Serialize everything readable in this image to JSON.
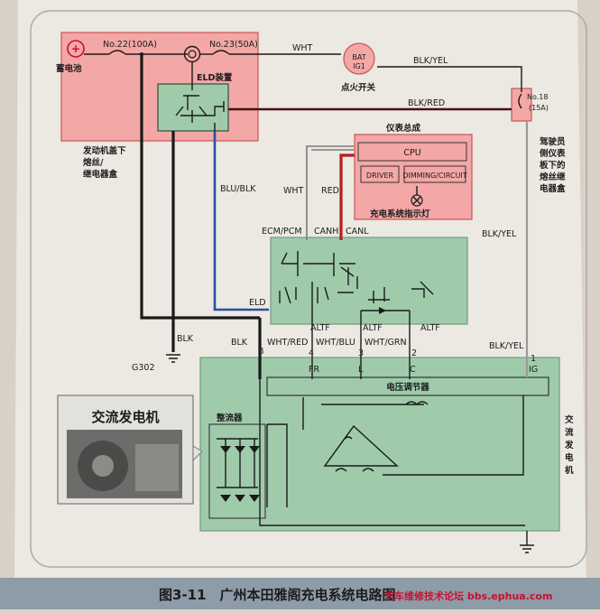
{
  "labels": {
    "battery": "蓄电池",
    "fuse_main": "No.22(100A)",
    "fuse_23": "No.23(50A)",
    "wht_top": "WHT",
    "bat": "BAT",
    "ig1": "IG1",
    "ignition_switch": "点火开关",
    "blk_yel_top": "BLK/YEL",
    "eld_device": "ELD装置",
    "blk_red": "BLK/RED",
    "fuse_18": "No.18",
    "fuse_18_amp": "(15A)",
    "under_hood_box": [
      "发动机盖下",
      "熔丝/",
      "继电器盒"
    ],
    "dash_box": [
      "驾驶员",
      "侧仪表",
      "板下的",
      "熔丝继",
      "电器盒"
    ],
    "gauge_assembly": "仪表总成",
    "cpu": "CPU",
    "driver": "DRIVER",
    "dimming": "DIMMING/CIRCUIT",
    "charge_lamp": "充电系统指示灯",
    "blu_blk": "BLU/BLK",
    "wht_mid": "WHT",
    "red_mid": "RED",
    "ecm_pcm": "ECM/PCM",
    "canh": "CANH",
    "canl": "CANL",
    "blk_yel_right": "BLK/YEL",
    "eld_pin": "ELD",
    "altf_1": "ALTF",
    "altf_2": "ALTF",
    "altf_3": "ALTF",
    "blk_left": "BLK",
    "blk_b": "BLK",
    "pin_b": "B",
    "wht_red": "WHT/RED",
    "wht_blu": "WHT/BLU",
    "wht_grn": "WHT/GRN",
    "blk_yel_ig": "BLK/YEL",
    "pin_4": "4",
    "pin_3": "3",
    "pin_2": "2",
    "pin_1": "1",
    "g302": "G302",
    "pin_fr": "FR",
    "pin_l": "L",
    "pin_c": "C",
    "pin_ig": "IG",
    "voltage_regulator": "电压调节器",
    "rectifier": "整流器",
    "alternator_side": [
      "交",
      "流",
      "发",
      "电",
      "机"
    ],
    "alternator_photo": "交流发电机",
    "caption": "图3-11　广州本田雅阁充电系统电路图",
    "watermark": "汽车维修技术论坛 bbs.ephua.com"
  },
  "colors": {
    "red_box": "#f3a7a6",
    "red_box_border": "#c85757",
    "green_box": "#9fcbab",
    "green_box_border": "#6f9b80",
    "page": "#ece8e2",
    "caption_bar": "#8e9ba8",
    "red_wire": "#b81d1d",
    "blue_wire": "#2a4f9c"
  }
}
